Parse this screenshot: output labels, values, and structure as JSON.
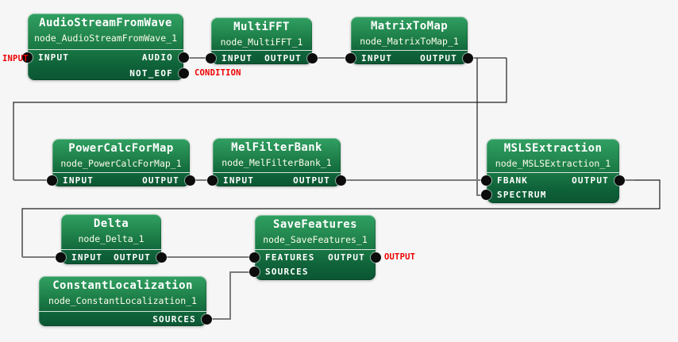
{
  "colors": {
    "canvas_bg": "#f6f6f6",
    "node_gradient_top": "#31a062",
    "node_gradient_bottom": "#0b5633",
    "node_text": "#ffffff",
    "wire_gray": "#7b7b7b",
    "wire_dark": "#1f1f1f",
    "port_dot": "#0c0c0c",
    "external_label_red": "#ee0000"
  },
  "nodes": [
    {
      "title": "AudioStreamFromWave",
      "name": "node_AudioStreamFromWave_1",
      "ports": [
        {
          "label": "INPUT",
          "side": "left",
          "direction": "input"
        },
        {
          "label": "AUDIO",
          "side": "right",
          "direction": "output"
        },
        {
          "label": "NOT_EOF",
          "side": "right",
          "direction": "output"
        }
      ]
    },
    {
      "title": "MultiFFT",
      "name": "node_MultiFFT_1",
      "ports": [
        {
          "label": "INPUT",
          "side": "left",
          "direction": "input"
        },
        {
          "label": "OUTPUT",
          "side": "right",
          "direction": "output"
        }
      ]
    },
    {
      "title": "MatrixToMap",
      "name": "node_MatrixToMap_1",
      "ports": [
        {
          "label": "INPUT",
          "side": "left",
          "direction": "input"
        },
        {
          "label": "OUTPUT",
          "side": "right",
          "direction": "output"
        }
      ]
    },
    {
      "title": "PowerCalcForMap",
      "name": "node_PowerCalcForMap_1",
      "ports": [
        {
          "label": "INPUT",
          "side": "left",
          "direction": "input"
        },
        {
          "label": "OUTPUT",
          "side": "right",
          "direction": "output"
        }
      ]
    },
    {
      "title": "MelFilterBank",
      "name": "node_MelFilterBank_1",
      "ports": [
        {
          "label": "INPUT",
          "side": "left",
          "direction": "input"
        },
        {
          "label": "OUTPUT",
          "side": "right",
          "direction": "output"
        }
      ]
    },
    {
      "title": "MSLSExtraction",
      "name": "node_MSLSExtraction_1",
      "ports": [
        {
          "label": "FBANK",
          "side": "left",
          "direction": "input"
        },
        {
          "label": "OUTPUT",
          "side": "right",
          "direction": "output"
        },
        {
          "label": "SPECTRUM",
          "side": "left",
          "direction": "input"
        }
      ]
    },
    {
      "title": "Delta",
      "name": "node_Delta_1",
      "ports": [
        {
          "label": "INPUT",
          "side": "left",
          "direction": "input"
        },
        {
          "label": "OUTPUT",
          "side": "right",
          "direction": "output"
        }
      ]
    },
    {
      "title": "SaveFeatures",
      "name": "node_SaveFeatures_1",
      "ports": [
        {
          "label": "FEATURES",
          "side": "left",
          "direction": "input"
        },
        {
          "label": "OUTPUT",
          "side": "right",
          "direction": "output"
        },
        {
          "label": "SOURCES",
          "side": "left",
          "direction": "input"
        }
      ]
    },
    {
      "title": "ConstantLocalization",
      "name": "node_ConstantLocalization_1",
      "ports": [
        {
          "label": "SOURCES",
          "side": "right",
          "direction": "output"
        }
      ]
    }
  ],
  "external_labels": [
    {
      "text": "INPUT",
      "attached_port": "node_AudioStreamFromWave_1.INPUT"
    },
    {
      "text": "CONDITION",
      "attached_port": "node_AudioStreamFromWave_1.NOT_EOF"
    },
    {
      "text": "OUTPUT",
      "attached_port": "node_SaveFeatures_1.OUTPUT"
    }
  ],
  "connections": [
    {
      "from": "node_AudioStreamFromWave_1.AUDIO",
      "to": "node_MultiFFT_1.INPUT"
    },
    {
      "from": "node_MultiFFT_1.OUTPUT",
      "to": "node_MatrixToMap_1.INPUT"
    },
    {
      "from": "node_MatrixToMap_1.OUTPUT",
      "to": "node_PowerCalcForMap_1.INPUT"
    },
    {
      "from": "node_MatrixToMap_1.OUTPUT",
      "to": "node_MSLSExtraction_1.SPECTRUM"
    },
    {
      "from": "node_PowerCalcForMap_1.OUTPUT",
      "to": "node_MelFilterBank_1.INPUT"
    },
    {
      "from": "node_MelFilterBank_1.OUTPUT",
      "to": "node_MSLSExtraction_1.FBANK"
    },
    {
      "from": "node_MSLSExtraction_1.OUTPUT",
      "to": "node_Delta_1.INPUT"
    },
    {
      "from": "node_Delta_1.OUTPUT",
      "to": "node_SaveFeatures_1.FEATURES"
    },
    {
      "from": "node_ConstantLocalization_1.SOURCES",
      "to": "node_SaveFeatures_1.SOURCES"
    }
  ]
}
